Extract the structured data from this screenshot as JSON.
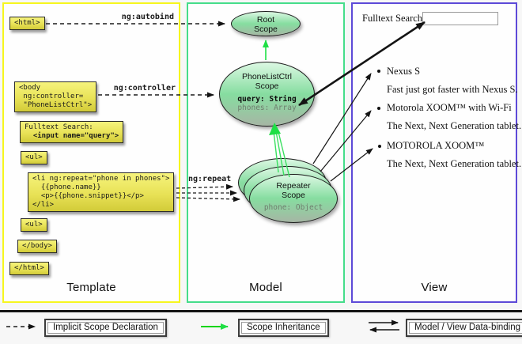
{
  "columns": {
    "template": {
      "label": "Template"
    },
    "model": {
      "label": "Model"
    },
    "view": {
      "label": "View"
    }
  },
  "template": {
    "boxes": {
      "html_open": "<html>",
      "body_open": "<body\n ng:controller=\n \"PhoneListCtrl\">",
      "fulltext_label": "Fulltext Search:",
      "fulltext_input": "  <input name=\"query\">",
      "ul_open": "<ul>",
      "li_repeat": "<li ng:repeat=\"phone in phones\">\n  {{phone.name}}\n  <p>{{phone.snippet}}</p>\n</li>",
      "ul_close": "<ul>",
      "body_close": "</body>",
      "html_close": "</html>"
    }
  },
  "arrows": {
    "autobind_label": "ng:autobind",
    "controller_label": "ng:controller",
    "repeat_label": "ng:repeat"
  },
  "model": {
    "root_scope": {
      "title": "Root\nScope"
    },
    "phonelist_scope": {
      "title": "PhoneListCtrl\nScope",
      "prop_query": "query: String",
      "prop_phones": "phones: Array"
    },
    "repeater_scope": {
      "title": "Repeater\nScope",
      "prop_phone": "phone: Object"
    }
  },
  "view": {
    "search_label": "Fulltext Search:",
    "search_value": "",
    "items": [
      {
        "name": "Nexus S",
        "snippet": "Fast just got faster with Nexus S."
      },
      {
        "name": "Motorola XOOM™  with Wi-Fi",
        "snippet": "The Next, Next Generation tablet."
      },
      {
        "name": "MOTOROLA XOOM™",
        "snippet": "The Next, Next Generation tablet."
      }
    ]
  },
  "legend": {
    "implicit": {
      "label": "Implicit Scope Declaration"
    },
    "inheritance": {
      "label": "Scope Inheritance"
    },
    "databinding": {
      "label": "Model / View Data-binding"
    }
  },
  "colors": {
    "template_border": "#f6f61e",
    "model_border": "#45dd8a",
    "view_border": "#5d4ad8",
    "scope_green": "#2cd957",
    "codebox_yellow": "#e8e257"
  }
}
